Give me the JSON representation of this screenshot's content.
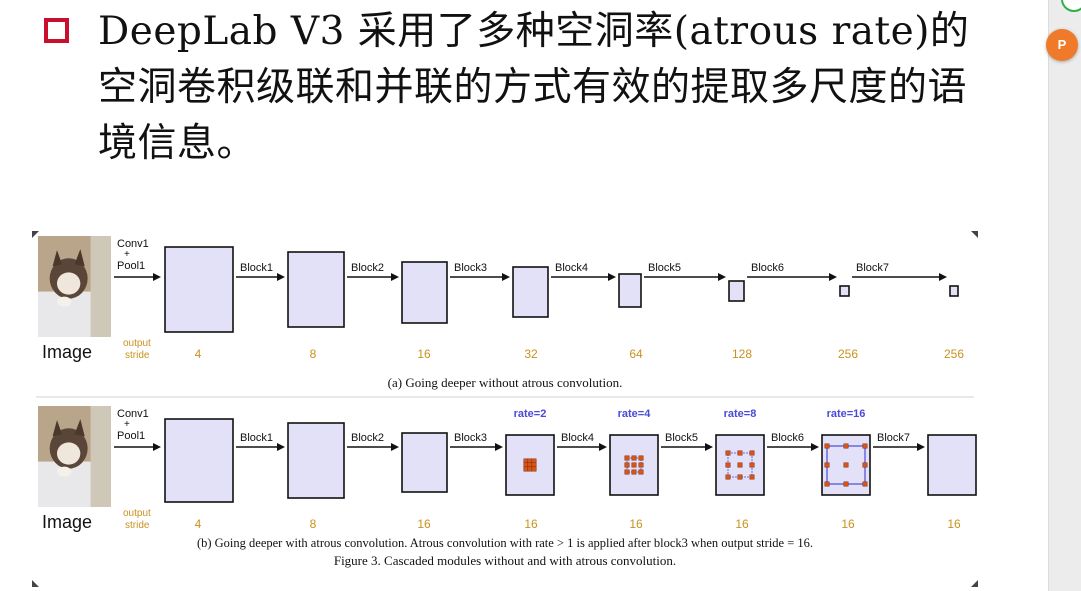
{
  "slide": {
    "bullet_text": "DeepLab V3 采用了多种空洞率(atrous rate)的空洞卷积级联和并联的方式有效的提取多尺度的语境信息。"
  },
  "sidebar": {
    "ppt_label": "P"
  },
  "figure": {
    "row_a": {
      "image_label": "Image",
      "conv_label_1": "Conv1",
      "conv_label_plus": "+",
      "conv_label_2": "Pool1",
      "stride_label_1": "output",
      "stride_label_2": "stride",
      "blocks": [
        "Block1",
        "Block2",
        "Block3",
        "Block4",
        "Block5",
        "Block6",
        "Block7"
      ],
      "strides": [
        "4",
        "8",
        "16",
        "32",
        "64",
        "128",
        "256",
        "256"
      ],
      "caption": "(a) Going deeper without atrous convolution."
    },
    "row_b": {
      "image_label": "Image",
      "conv_label_1": "Conv1",
      "conv_label_plus": "+",
      "conv_label_2": "Pool1",
      "stride_label_1": "output",
      "stride_label_2": "stride",
      "blocks": [
        "Block1",
        "Block2",
        "Block3",
        "Block4",
        "Block5",
        "Block6",
        "Block7"
      ],
      "rates": [
        "rate=2",
        "rate=4",
        "rate=8",
        "rate=16"
      ],
      "strides": [
        "4",
        "8",
        "16",
        "16",
        "16",
        "16",
        "16",
        "16"
      ],
      "caption": "(b) Going deeper with atrous convolution. Atrous convolution with rate > 1 is applied after block3 when output stride = 16."
    },
    "figure_caption": "Figure 3. Cascaded modules without and with atrous convolution.",
    "colors": {
      "block_fill": "#e3e1f7",
      "rate_text": "#4a4ad8",
      "stride_text": "#c8921f",
      "atrous_dot": "#d9541a"
    }
  }
}
